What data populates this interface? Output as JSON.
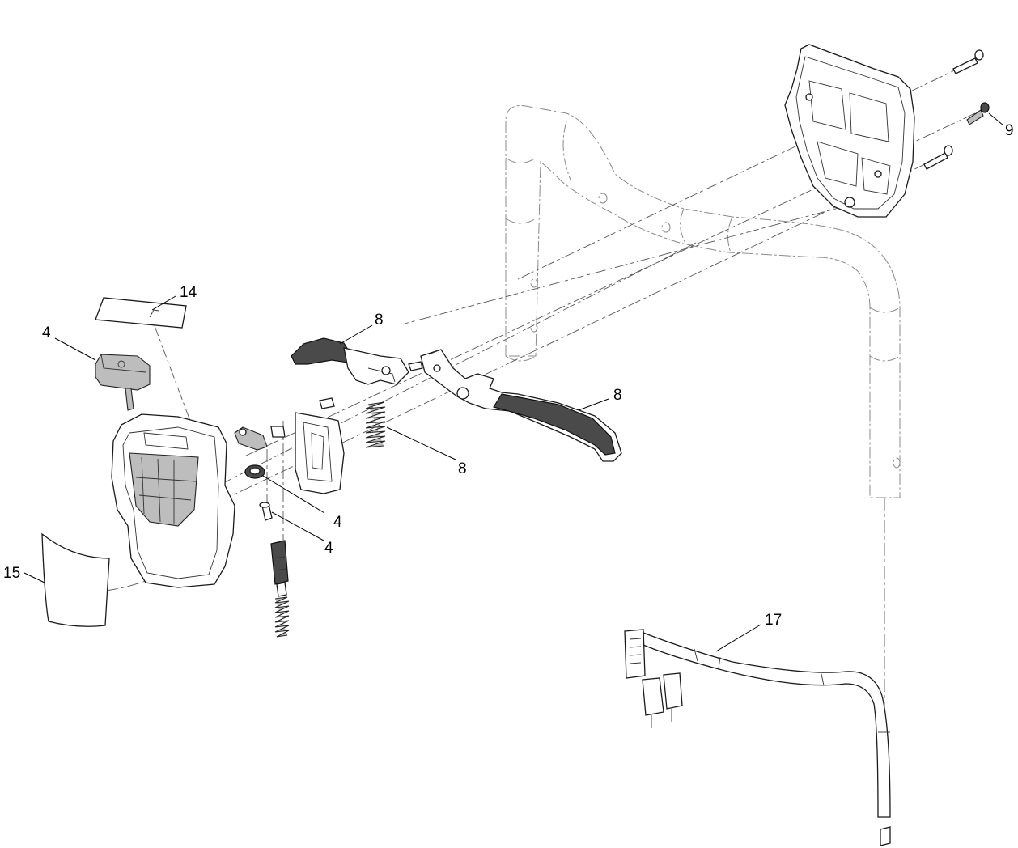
{
  "callouts": {
    "c14": "14",
    "c4a": "4",
    "c8a": "8",
    "c8b": "8",
    "c8c": "8",
    "c4b": "4",
    "c4c": "4",
    "c9": "9",
    "c15": "15",
    "c17": "17"
  }
}
